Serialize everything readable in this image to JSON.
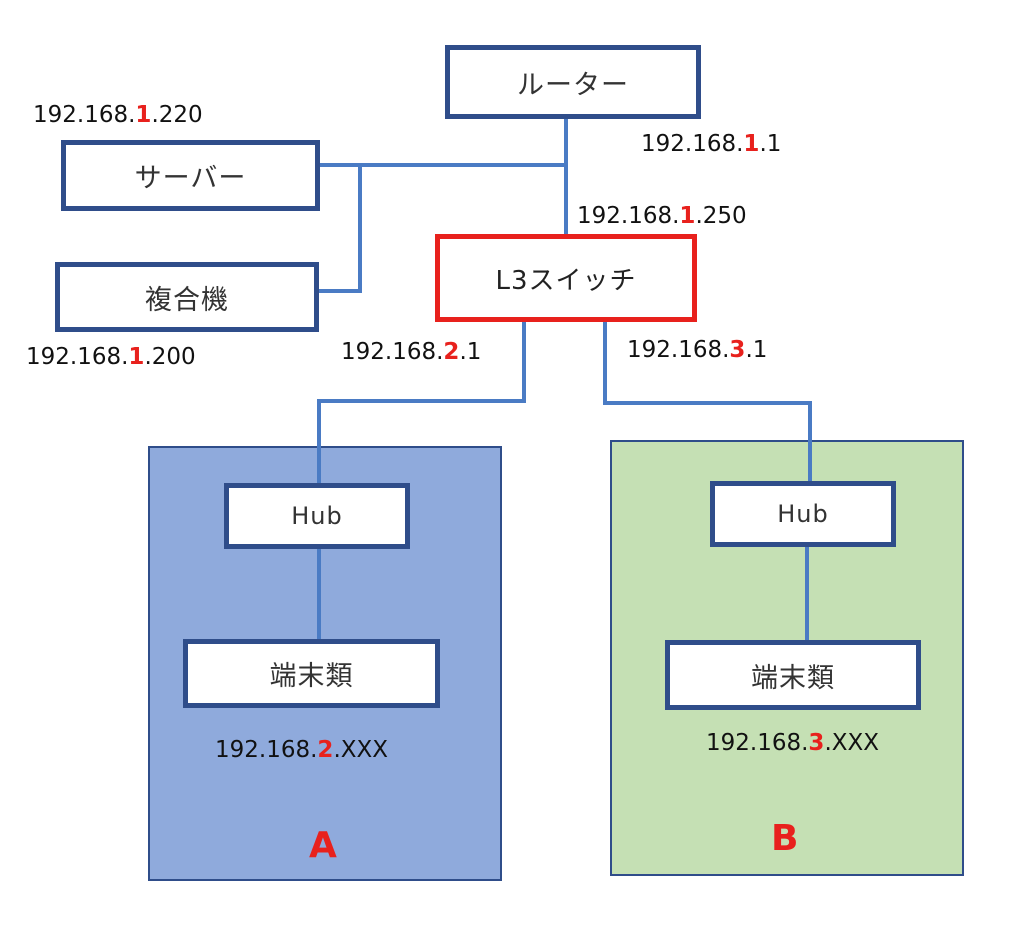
{
  "nodes": {
    "router": "ルーター",
    "server": "サーバー",
    "mfp": "複合機",
    "l3_switch": "L3スイッチ",
    "hub_a": "Hub",
    "terminals_a": "端末類",
    "hub_b": "Hub",
    "terminals_b": "端末類"
  },
  "addresses": {
    "server": {
      "prefix": "192.168.",
      "subnet": "1",
      "host": ".220"
    },
    "router": {
      "prefix": "192.168.",
      "subnet": "1",
      "host": ".1"
    },
    "l3_uplink": {
      "prefix": "192.168.",
      "subnet": "1",
      "host": ".250"
    },
    "mfp": {
      "prefix": "192.168.",
      "subnet": "1",
      "host": ".200"
    },
    "l3_port_a": {
      "prefix": "192.168.",
      "subnet": "2",
      "host": ".1"
    },
    "l3_port_b": {
      "prefix": "192.168.",
      "subnet": "3",
      "host": ".1"
    },
    "terminals_a": {
      "prefix": "192.168.",
      "subnet": "2",
      "host": ".XXX"
    },
    "terminals_b": {
      "prefix": "192.168.",
      "subnet": "3",
      "host": ".XXX"
    }
  },
  "zones": {
    "a": "A",
    "b": "B"
  },
  "colors": {
    "wire": "#4a7bc4",
    "box_border": "#2f4d8a",
    "l3_border": "#e8211d",
    "highlight": "#e8211d",
    "zone_a": "#8faadc",
    "zone_b": "#c5e0b4"
  }
}
